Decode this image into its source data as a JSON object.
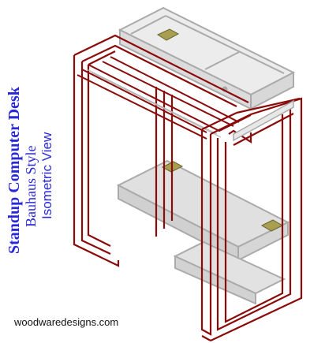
{
  "title": "Standup Computer Desk",
  "subtitle": "Bauhaus Style",
  "view_label": "Isometric View",
  "footer_text": "woodwaredesigns.com",
  "colors": {
    "frame": "#8b0a0a",
    "shelf": "#aaaaaa",
    "shelf_fill": "#d8d8d8",
    "pad": "#a8a050",
    "title_text": "#2828d8",
    "footer_text": "#111111"
  }
}
